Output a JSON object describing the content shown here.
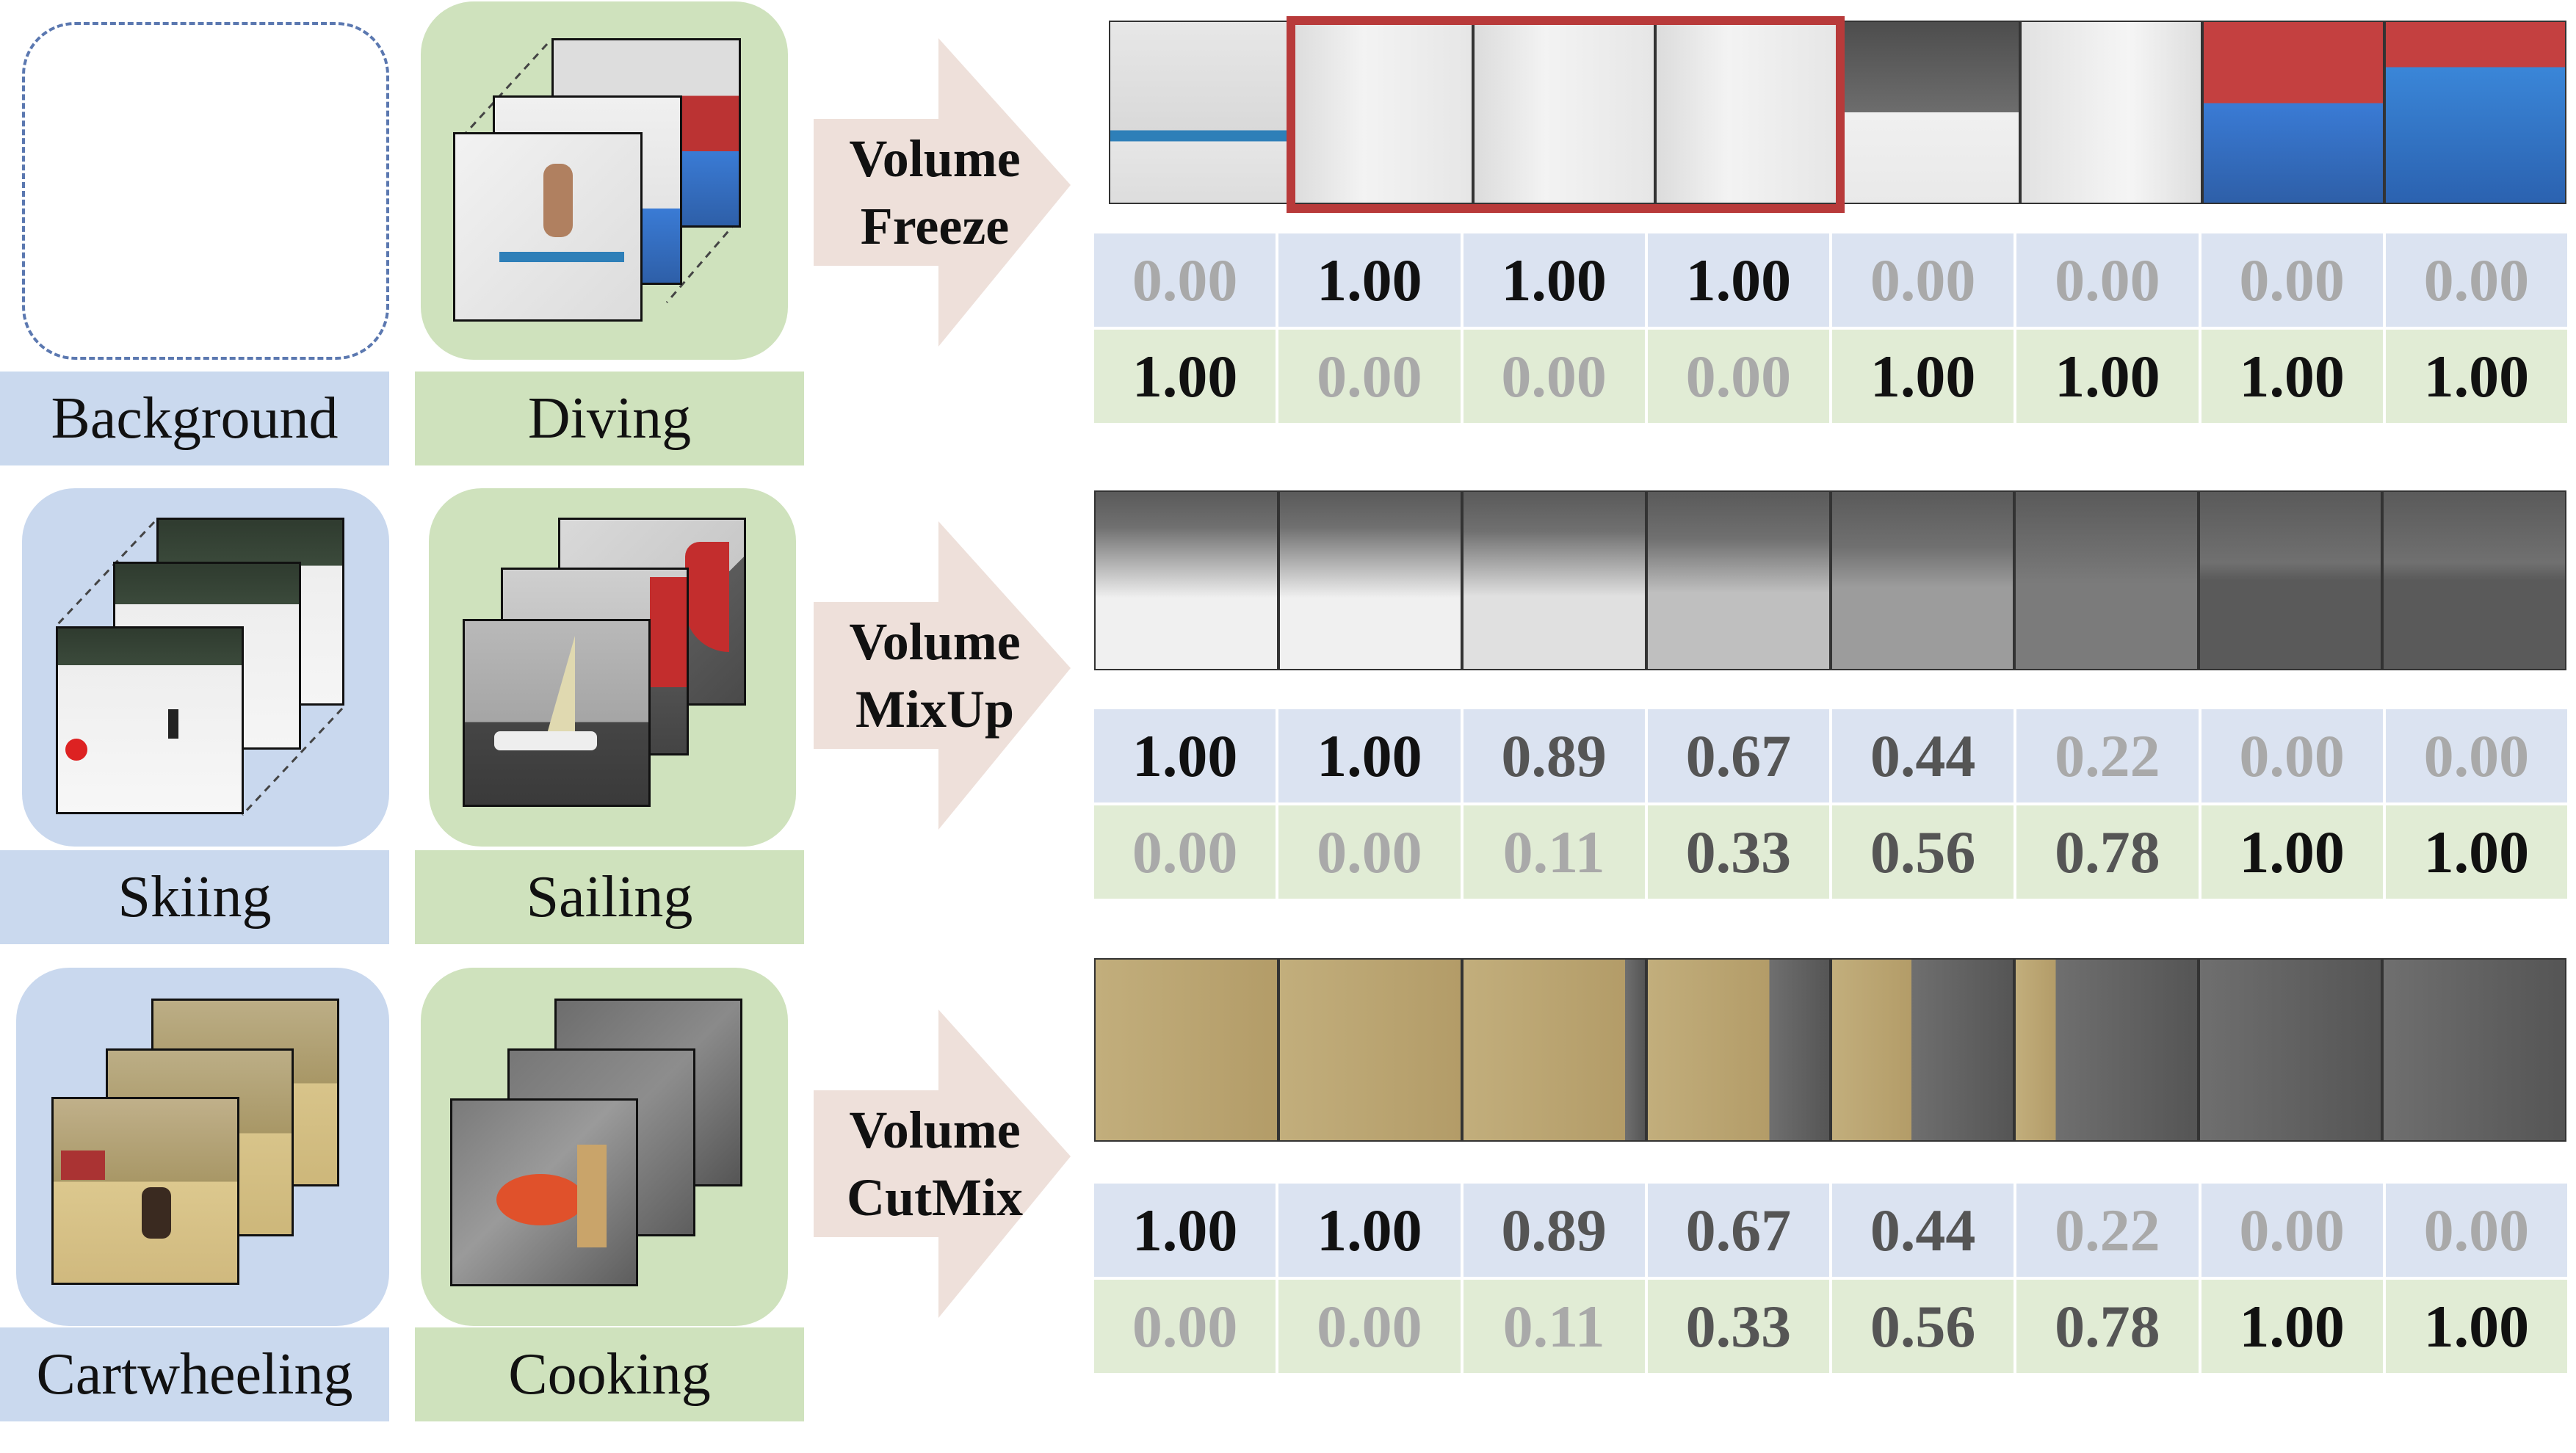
{
  "colors": {
    "blue_panel": "#c9d8ee",
    "green_panel": "#cfe2bd",
    "blue_label": "#cad9ee",
    "green_label": "#cfe2bd",
    "arrow": "#eee0da",
    "highlight": "#b83a3a",
    "text_dark": "#111111",
    "text_mid": "#555555",
    "text_light": "#a9a9a9"
  },
  "classes": {
    "background": "Background",
    "diving": "Diving",
    "skiing": "Skiing",
    "sailing": "Sailing",
    "cartwheeling": "Cartwheeling",
    "cooking": "Cooking"
  },
  "methods": [
    {
      "line1": "Volume",
      "line2": "Freeze",
      "rows": [
        [
          "0.00",
          "1.00",
          "1.00",
          "1.00",
          "0.00",
          "0.00",
          "0.00",
          "0.00"
        ],
        [
          "1.00",
          "0.00",
          "0.00",
          "0.00",
          "1.00",
          "1.00",
          "1.00",
          "1.00"
        ]
      ]
    },
    {
      "line1": "Volume",
      "line2": "MixUp",
      "rows": [
        [
          "1.00",
          "1.00",
          "0.89",
          "0.67",
          "0.44",
          "0.22",
          "0.00",
          "0.00"
        ],
        [
          "0.00",
          "0.00",
          "0.11",
          "0.33",
          "0.56",
          "0.78",
          "1.00",
          "1.00"
        ]
      ]
    },
    {
      "line1": "Volume",
      "line2": "CutMix",
      "rows": [
        [
          "1.00",
          "1.00",
          "0.89",
          "0.67",
          "0.44",
          "0.22",
          "0.00",
          "0.00"
        ],
        [
          "0.00",
          "0.00",
          "0.11",
          "0.33",
          "0.56",
          "0.78",
          "1.00",
          "1.00"
        ]
      ]
    }
  ]
}
